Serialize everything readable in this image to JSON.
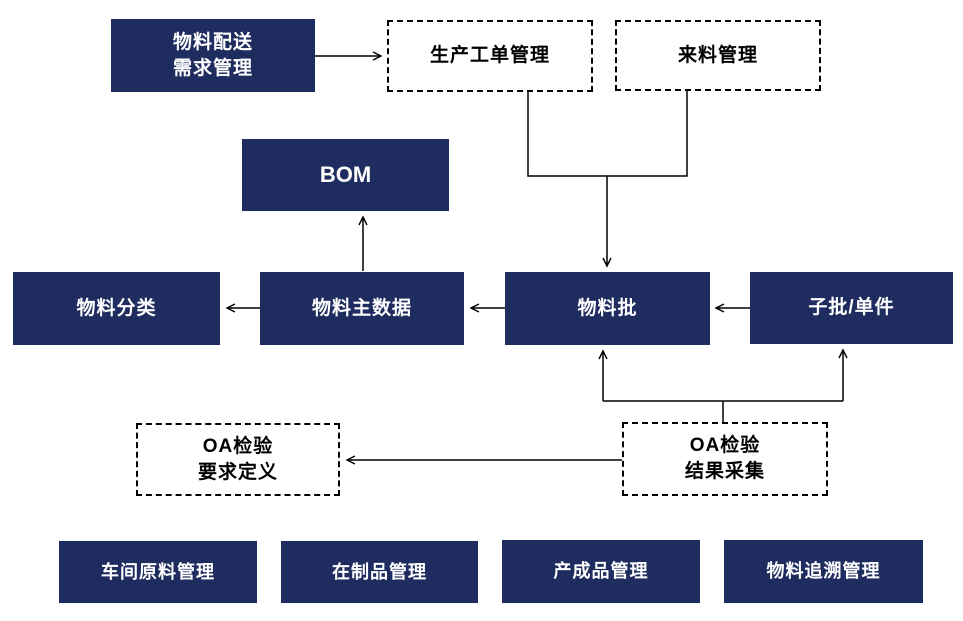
{
  "diagram": {
    "title": "material-management-module-diagram",
    "colors": {
      "solid_fill": "#1f2c5f",
      "solid_text": "#ffffff",
      "dashed_border": "#000000",
      "dashed_text": "#000000",
      "line": "#000000",
      "background": "#ffffff"
    },
    "nodes": {
      "material_delivery_demand": {
        "line1": "物料配送",
        "line2": "需求管理",
        "style": "solid"
      },
      "production_work_order": {
        "label": "生产工单管理",
        "style": "dashed"
      },
      "incoming_material": {
        "label": "来料管理",
        "style": "dashed"
      },
      "bom": {
        "label": "BOM",
        "style": "solid"
      },
      "material_classification": {
        "label": "物料分类",
        "style": "solid"
      },
      "material_master_data": {
        "label": "物料主数据",
        "style": "solid"
      },
      "material_batch": {
        "label": "物料批",
        "style": "solid"
      },
      "sub_batch_unit": {
        "label": "子批/单件",
        "style": "solid"
      },
      "qa_requirement_definition": {
        "line1": "OA检验",
        "line2": "要求定义",
        "style": "dashed"
      },
      "qa_result_collection": {
        "line1": "OA检验",
        "line2": "结果采集",
        "style": "dashed"
      },
      "workshop_raw_material": {
        "label": "车间原料管理",
        "style": "solid"
      },
      "wip_management": {
        "label": "在制品管理",
        "style": "solid"
      },
      "finished_product": {
        "label": "产成品管理",
        "style": "solid"
      },
      "material_traceability": {
        "label": "物料追溯管理",
        "style": "solid"
      }
    },
    "edges": [
      {
        "from": "material_delivery_demand",
        "to": "production_work_order"
      },
      {
        "from": "production_work_order",
        "to": "material_batch"
      },
      {
        "from": "incoming_material",
        "to": "material_batch"
      },
      {
        "from": "material_master_data",
        "to": "bom"
      },
      {
        "from": "material_master_data",
        "to": "material_classification"
      },
      {
        "from": "material_batch",
        "to": "material_master_data"
      },
      {
        "from": "sub_batch_unit",
        "to": "material_batch"
      },
      {
        "from": "qa_result_collection",
        "to": "qa_requirement_definition"
      },
      {
        "from": "qa_result_collection",
        "to": "material_batch"
      },
      {
        "from": "qa_result_collection",
        "to": "sub_batch_unit"
      }
    ]
  }
}
